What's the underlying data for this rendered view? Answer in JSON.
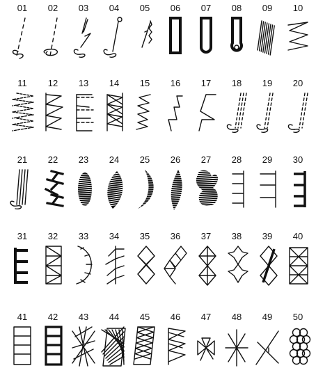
{
  "stitches": [
    {
      "n": "01",
      "kind": "straight-left-icon"
    },
    {
      "n": "02",
      "kind": "straight-center-icon"
    },
    {
      "n": "03",
      "kind": "triple-straight-icon"
    },
    {
      "n": "04",
      "kind": "straight-tack-icon"
    },
    {
      "n": "05",
      "kind": "stretch-straight-icon"
    },
    {
      "n": "06",
      "kind": "buttonhole-square-icon"
    },
    {
      "n": "07",
      "kind": "buttonhole-round-icon"
    },
    {
      "n": "08",
      "kind": "buttonhole-keyhole-icon"
    },
    {
      "n": "09",
      "kind": "bartack-icon"
    },
    {
      "n": "10",
      "kind": "zigzag-icon"
    },
    {
      "n": "11",
      "kind": "multi-zigzag-icon"
    },
    {
      "n": "12",
      "kind": "overlock-icon"
    },
    {
      "n": "13",
      "kind": "blind-hem-icon"
    },
    {
      "n": "14",
      "kind": "overedge-icon"
    },
    {
      "n": "15",
      "kind": "stretch-zigzag-icon"
    },
    {
      "n": "16",
      "kind": "stretch-blind-icon"
    },
    {
      "n": "17",
      "kind": "ric-rac-icon"
    },
    {
      "n": "18",
      "kind": "triple-left-icon"
    },
    {
      "n": "19",
      "kind": "triple-center-icon"
    },
    {
      "n": "20",
      "kind": "triple-right-icon"
    },
    {
      "n": "21",
      "kind": "quad-straight-icon"
    },
    {
      "n": "22",
      "kind": "satin-wave-icon"
    },
    {
      "n": "23",
      "kind": "satin-oval-icon"
    },
    {
      "n": "24",
      "kind": "satin-leaf-icon"
    },
    {
      "n": "25",
      "kind": "satin-crescent-icon"
    },
    {
      "n": "26",
      "kind": "satin-diamond-icon"
    },
    {
      "n": "27",
      "kind": "satin-heart-icon"
    },
    {
      "n": "28",
      "kind": "blanket-thin-icon"
    },
    {
      "n": "29",
      "kind": "blanket-wide-icon"
    },
    {
      "n": "30",
      "kind": "blanket-bold-icon"
    },
    {
      "n": "31",
      "kind": "blanket-heavy-icon"
    },
    {
      "n": "32",
      "kind": "box-zigzag-icon"
    },
    {
      "n": "33",
      "kind": "scallop-icon"
    },
    {
      "n": "34",
      "kind": "feather-icon"
    },
    {
      "n": "35",
      "kind": "cross-stitch-icon"
    },
    {
      "n": "36",
      "kind": "diamond-chain-icon"
    },
    {
      "n": "37",
      "kind": "diamond-cross-icon"
    },
    {
      "n": "38",
      "kind": "star-chain-icon"
    },
    {
      "n": "39",
      "kind": "diamond-bar-icon"
    },
    {
      "n": "40",
      "kind": "lattice-box-icon"
    },
    {
      "n": "41",
      "kind": "ladder-icon"
    },
    {
      "n": "42",
      "kind": "ladder-bold-icon"
    },
    {
      "n": "43",
      "kind": "weave-icon"
    },
    {
      "n": "44",
      "kind": "smocking-icon"
    },
    {
      "n": "45",
      "kind": "crosshatch-icon"
    },
    {
      "n": "46",
      "kind": "feather-zigzag-icon"
    },
    {
      "n": "47",
      "kind": "bow-icon"
    },
    {
      "n": "48",
      "kind": "asterisk-icon"
    },
    {
      "n": "49",
      "kind": "cross-diagonal-icon"
    },
    {
      "n": "50",
      "kind": "scallop-circles-icon"
    }
  ]
}
